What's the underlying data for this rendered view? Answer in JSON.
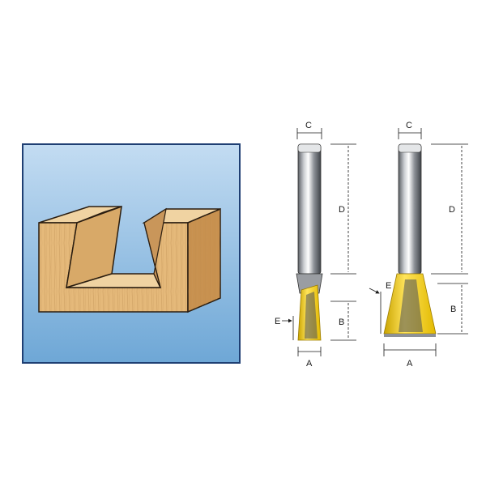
{
  "panel": {
    "sky_top": "#c3dcf2",
    "sky_bottom": "#6ea7d6",
    "border": "#1f3f73"
  },
  "wood": {
    "front": "#e5b97a",
    "top": "#f0d3a2",
    "side": "#c8914f",
    "inner": "#d8a968",
    "outline": "#2a1d10"
  },
  "bit": {
    "shank_light": "#d7d9dc",
    "shank_dark": "#4b4f55",
    "cutter_yellow": "#f3d21a",
    "cutter_edge": "#b99400"
  },
  "labels": {
    "small_bit": {
      "c": "C",
      "d": "D",
      "e": "E",
      "b": "B",
      "a": "A"
    },
    "large_bit": {
      "c": "C",
      "d": "D",
      "e": "E",
      "b": "B",
      "a": "A"
    }
  }
}
